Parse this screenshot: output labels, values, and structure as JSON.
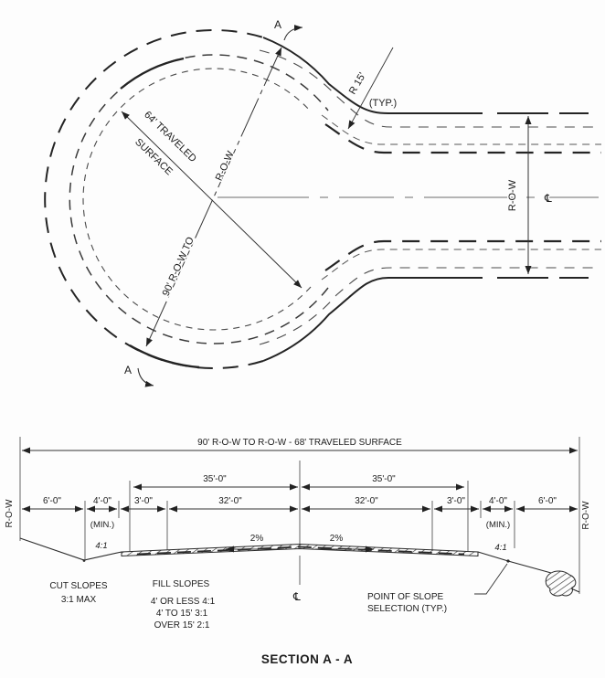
{
  "drawing_title": "SECTION A - A",
  "plan": {
    "section_marker": "A",
    "fillet_radius_label": "R 15'",
    "typical_label": "(TYP.)",
    "traveled_surface_dim_line1": "64' TRAVELED",
    "traveled_surface_dim_line2": "SURFACE",
    "row_dim_line1": "90' R-O-W TO",
    "row_dim_line2": "R-O-W",
    "row_width_label": "R-O-W",
    "centerline_symbol": "℄"
  },
  "section": {
    "overall_dim_label": "90' R-O-W TO R-O-W - 68' TRAVELED SURFACE",
    "half_width_dim": "35'-0\"",
    "dims": [
      "6'-0\"",
      "4'-0\"",
      "3'-0\"",
      "32'-0\"",
      "32'-0\"",
      "3'-0\"",
      "4'-0\"",
      "6'-0\""
    ],
    "min_label": "(MIN.)",
    "fill_slope_ratio": "4:1",
    "cross_slope_label": "2%",
    "row_label": "R-O-W",
    "centerline_symbol": "℄",
    "cut_slopes_note_line1": "CUT SLOPES",
    "cut_slopes_note_line2": "3:1 MAX",
    "fill_slopes_title": "FILL SLOPES",
    "fill_slopes_rows": [
      "4' OR LESS  4:1",
      "4' TO 15'  3:1",
      "OVER 15'  2:1"
    ],
    "point_of_slope_line1": "POINT OF SLOPE",
    "point_of_slope_line2": "SELECTION (TYP.)"
  }
}
